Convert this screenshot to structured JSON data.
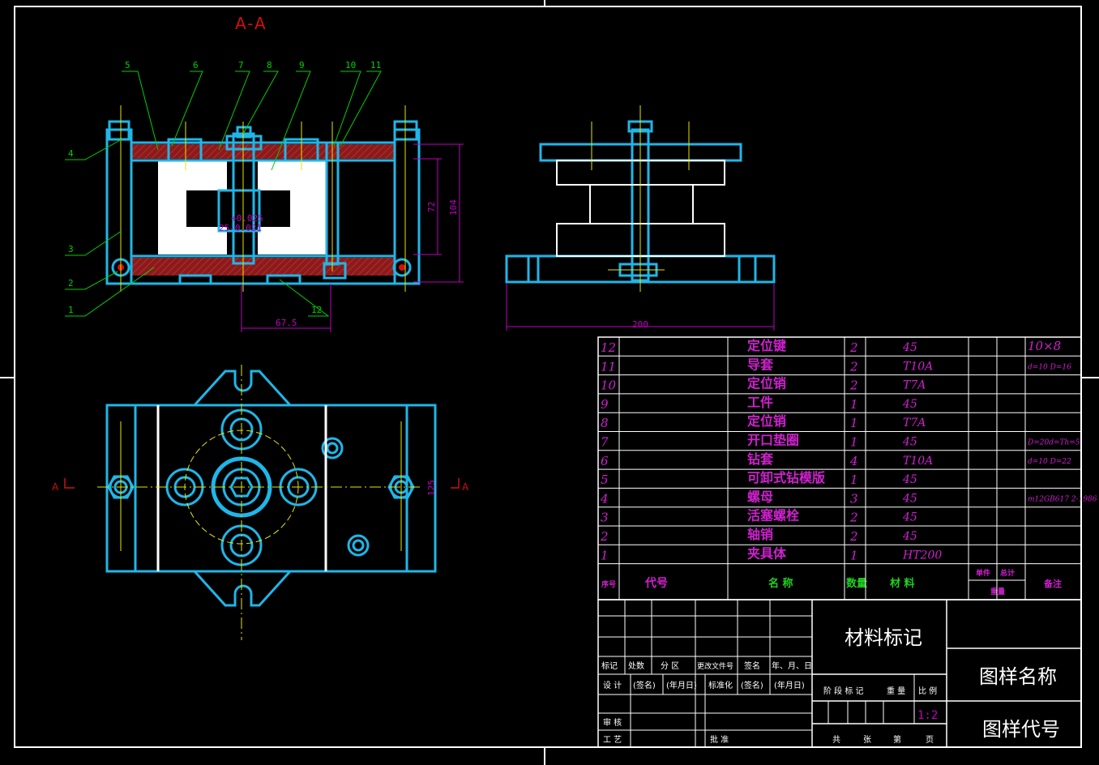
{
  "section_label": "A-A",
  "balloon_numbers": [
    "1",
    "2",
    "3",
    "4",
    "5",
    "6",
    "7",
    "8",
    "9",
    "10",
    "11",
    "12"
  ],
  "dimensions": {
    "d_72": "72",
    "d_104": "104",
    "d_67_5": "67.5",
    "d_200": "200",
    "d_125": "125",
    "tol_upper": "+0.025",
    "tol_lower": "25-0.021"
  },
  "section_marks": {
    "left": "A",
    "right": "A"
  },
  "parts": [
    {
      "no": "12",
      "name": "定位键",
      "qty": "2",
      "material": "45",
      "note": "10×8"
    },
    {
      "no": "11",
      "name": "导套",
      "qty": "2",
      "material": "T10A",
      "note": "d=10 D=16"
    },
    {
      "no": "10",
      "name": "定位销",
      "qty": "2",
      "material": "T7A",
      "note": ""
    },
    {
      "no": "9",
      "name": "工件",
      "qty": "1",
      "material": "45",
      "note": ""
    },
    {
      "no": "8",
      "name": "定位销",
      "qty": "1",
      "material": "T7A",
      "note": ""
    },
    {
      "no": "7",
      "name": "开口垫圈",
      "qty": "1",
      "material": "45",
      "note": "D=20d=Th=5"
    },
    {
      "no": "6",
      "name": "钻套",
      "qty": "4",
      "material": "T10A",
      "note": "d=10 D=22"
    },
    {
      "no": "5",
      "name": "可卸式钻模版",
      "qty": "1",
      "material": "45",
      "note": ""
    },
    {
      "no": "4",
      "name": "螺母",
      "qty": "3",
      "material": "45",
      "note": "m12GB617 2-1986"
    },
    {
      "no": "3",
      "name": "活塞螺栓",
      "qty": "2",
      "material": "45",
      "note": ""
    },
    {
      "no": "2",
      "name": "轴销",
      "qty": "2",
      "material": "45",
      "note": ""
    },
    {
      "no": "1",
      "name": "夹具体",
      "qty": "1",
      "material": "HT200",
      "note": ""
    }
  ],
  "bom_header": {
    "seq": "序号",
    "code": "代号",
    "name": "名 称",
    "qty": "数量",
    "material": "材 料",
    "unit_weight": "单件",
    "total_weight": "总计",
    "weight": "重量",
    "remark": "备注"
  },
  "title_block": {
    "material_mark": "材料标记",
    "drawing_name": "图样名称",
    "drawing_code": "图样代号",
    "rev_labels": [
      "标记",
      "处数",
      "分 区",
      "更改文件号",
      "签名",
      "年、月、日"
    ],
    "design": "设 计",
    "sign": "(签名)",
    "date": "(年月日)",
    "standard": "标准化",
    "review": "审 核",
    "process": "工 艺",
    "approve": "批 准",
    "stage_labels": [
      "阶 段 标 记",
      "重 量",
      "比 例"
    ],
    "scale": "1:2",
    "sheet_labels": [
      "共",
      "张",
      "第",
      "页"
    ]
  },
  "colors": {
    "outline": "#1fb6e8",
    "hatch": "#8b1a1a",
    "center": "#e6e600",
    "dim": "#c000c0",
    "leader": "#00d000",
    "table_text": "#d020d0",
    "white": "#ffffff",
    "red": "#d01010"
  }
}
